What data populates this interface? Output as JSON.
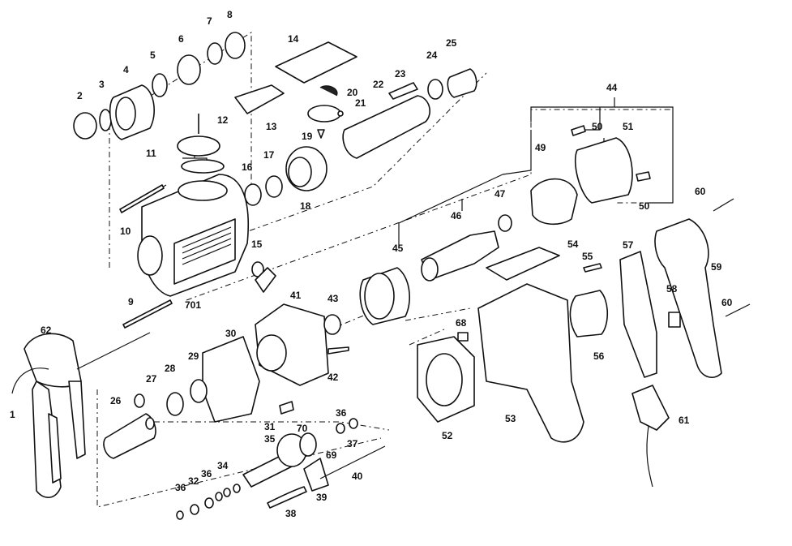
{
  "labels": [
    "1",
    "2",
    "3",
    "4",
    "5",
    "6",
    "7",
    "8",
    "10",
    "11",
    "12",
    "13",
    "14",
    "15",
    "16",
    "17",
    "18",
    "19",
    "20",
    "21",
    "22",
    "23",
    "24",
    "25",
    "26",
    "27",
    "28",
    "29",
    "30",
    "31",
    "32",
    "34",
    "35",
    "36",
    "37",
    "38",
    "39",
    "40",
    "41",
    "42",
    "43",
    "44",
    "45",
    "46",
    "47",
    "49",
    "50",
    "51",
    "52",
    "53",
    "54",
    "55",
    "56",
    "57",
    "58",
    "59",
    "60",
    "61",
    "62",
    "68",
    "69",
    "70",
    "701",
    "9"
  ],
  "colors": {
    "ink": "#111111",
    "paper": "#ffffff"
  }
}
